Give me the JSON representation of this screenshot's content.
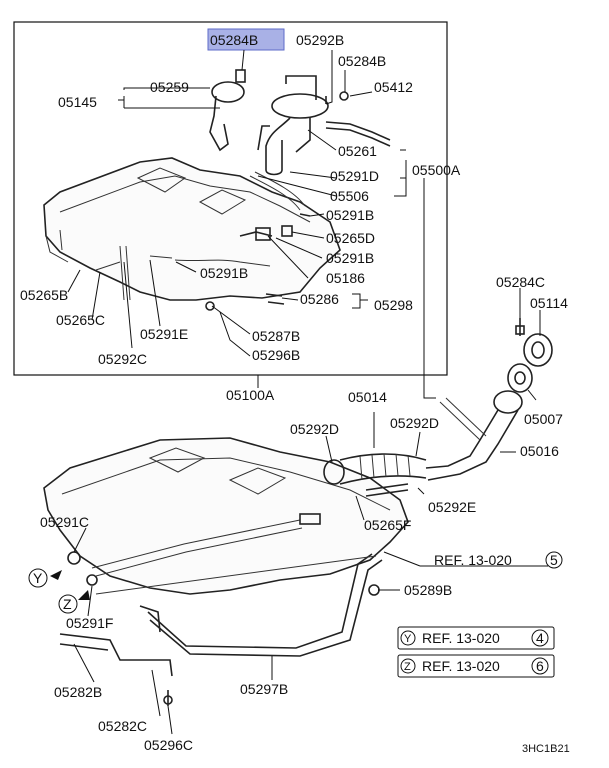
{
  "highlight_part": "05284B",
  "labels": {
    "p05284B_top": "05284B",
    "p05292B_top": "05292B",
    "p05284B_mid": "05284B",
    "p05259": "05259",
    "p05412": "05412",
    "p05145": "05145",
    "p05261": "05261",
    "p05500A": "05500A",
    "p05291D": "05291D",
    "p05506": "05506",
    "p05291B_a": "05291B",
    "p05265D": "05265D",
    "p05291B_b": "05291B",
    "p05291B_c": "05291B",
    "p05186": "05186",
    "p05265B": "05265B",
    "p05286": "05286",
    "p05298": "05298",
    "p05265C": "05265C",
    "p05291E": "05291E",
    "p05287B": "05287B",
    "p05296B": "05296B",
    "p05292C": "05292C",
    "p05284C": "05284C",
    "p05114": "05114",
    "p05100A": "05100A",
    "p05014": "05014",
    "p05007": "05007",
    "p05292D_a": "05292D",
    "p05292D_b": "05292D",
    "p05016": "05016",
    "p05292E": "05292E",
    "p05291C": "05291C",
    "p05265F": "05265F",
    "p05289B": "05289B",
    "p05291F": "05291F",
    "p05282B": "05282B",
    "p05297B": "05297B",
    "p05282C": "05282C",
    "p05296C": "05296C"
  },
  "refs": {
    "ref1": {
      "text": "REF. 13-020",
      "num": "5"
    },
    "ref_y": {
      "marker": "Y",
      "text": "REF. 13-020",
      "num": "4"
    },
    "ref_z": {
      "marker": "Z",
      "text": "REF. 13-020",
      "num": "6"
    }
  },
  "markers": {
    "y": "Y",
    "z": "Z"
  },
  "diagram_code": "3HC1B21"
}
